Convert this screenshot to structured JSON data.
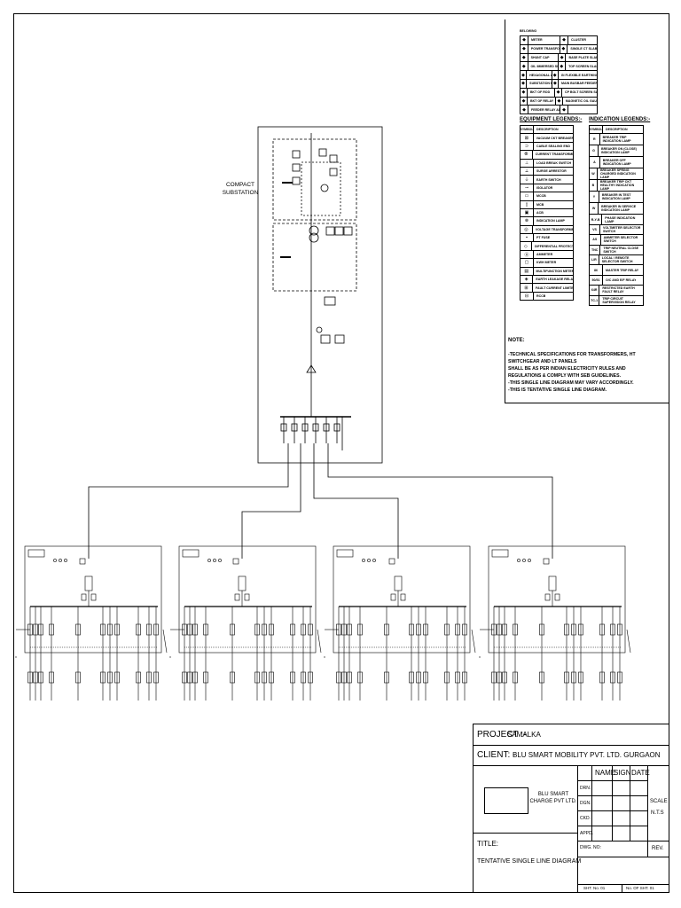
{
  "diagram": {
    "compact_substation_label": "COMPACT SUBSTATION",
    "feeders": [
      {
        "id": 1
      },
      {
        "id": 2
      },
      {
        "id": 3
      },
      {
        "id": 4
      }
    ]
  },
  "legend": {
    "title": "BELOW/NO",
    "top_rows": [
      [
        "METER",
        "CLUSTER"
      ],
      [
        "POWER TRANSFORMER",
        "SINGLE CT SLAB"
      ],
      [
        "SHUNT CAP",
        "BASE PLATE SLAB"
      ],
      [
        "OIL IMMERSED SLAB",
        "TOP SCREEN SLAB"
      ],
      [
        "HEXAGONAL AIR BKT",
        "GI FLEXIBLE EARTHING SLAB"
      ],
      [
        "SUBSTATION EP BOX",
        "MAIN BUSBAR FEEDER SLAB"
      ],
      [
        "BKT OF ROD",
        "CP BOLT SCREEN SLAB"
      ],
      [
        "BKT OF RELAY",
        "MAGNETIC OIL GAUGE"
      ],
      [
        "FEEDER RELAY ADV",
        ""
      ]
    ],
    "equipment_heading": "EQUIPMENT LEGENDS:-",
    "indication_heading": "INDICATION LEGENDS:-",
    "equipment_cols": [
      "SYMBOL",
      "DESCRIPTION"
    ],
    "indication_cols": [
      "SYMBOL",
      "DESCRIPTION"
    ],
    "equipment_rows": [
      "VACUUM CKT BREAKER",
      "CABLE SEALING END",
      "CURRENT TRANSFORMER",
      "LOAD BREAK SWITCH",
      "SURGE ARRESTOR",
      "EARTH SWITCH",
      "ISOLATOR",
      "MCCB",
      "MCB",
      "ACB",
      "INDICATION LAMP",
      "VOLTAGE TRANSFORMER",
      "PT FUSE",
      "DIFFERENTIAL PROTECTION",
      "AMMETER",
      "KWH METER",
      "MULTIFUNCTION METER",
      "EARTH LEAKAGE RELAY",
      "FAULT CURRENT LIMITER",
      "RCCB"
    ],
    "indication_rows": [
      [
        "R",
        "BREAKER TRIP INDICATION LAMP"
      ],
      [
        "G",
        "BREAKER ON (CLOSE) INDICATION LAMP"
      ],
      [
        "A",
        "BREAKER OFF INDICATION LAMP"
      ],
      [
        "W",
        "BREAKER SPRING CHARGED INDICATION LAMP"
      ],
      [
        "B",
        "BREAKER TRIP CKT HEALTHY INDICATION LAMP"
      ],
      [
        "Y",
        "BREAKER IN TEST INDICATION LAMP"
      ],
      [
        "W",
        "BREAKER IN SERVICE INDICATION LAMP"
      ],
      [
        "R-Y-B",
        "PHASE INDICATION LAMP"
      ],
      [
        "VS",
        "VOLTMETER SELECTOR SWITCH"
      ],
      [
        "AS",
        "AMMETER SELECTOR SWITCH"
      ],
      [
        "TNC",
        "TRIP NEUTRAL CLOSE SWITCH"
      ],
      [
        "L/R",
        "LOCAL / REMOTE SELECTOR SWITCH"
      ],
      [
        "86",
        "MASTER TRIP RELAY"
      ],
      [
        "50/51",
        "O/C AND E/F RELAY"
      ],
      [
        "64R",
        "RESTRICTED EARTH FAULT RELAY"
      ],
      [
        "TC-1",
        "TRIP CIRCUIT SUPERVISION RELAY"
      ]
    ]
  },
  "notes": {
    "heading": "NOTE:",
    "lines": [
      "-TECHNICAL SPECIFICATIONS FOR TRANSFORMERS, HT SWITCHGEAR AND LT PANELS",
      "SHALL BE AS PER INDIAN ELECTRICITY RULES AND",
      "REGULATIONS & COMPLY WITH SEB GUIDELINES.",
      "-THIS SINGLE LINE DIAGRAM MAY VARY ACCORDINGLY.",
      "-THIS IS TENTATIVE SINGLE LINE DIAGRAM."
    ]
  },
  "title_block": {
    "project_label": "PROJECT :-",
    "project_value": "SAMALKA",
    "client_label": "CLIENT: -",
    "client_value": "BLU SMART MOBILITY PVT. LTD. GURGAON",
    "company": "BLU SMART CHARGE PVT LTD.",
    "name": "NAME",
    "sign": "SIGN",
    "date": "DATE",
    "drn": "DRN.",
    "dgn": "DGN.",
    "ckd": "CKD.",
    "appd": "APPD.",
    "dwg_no": "DWG. NO:",
    "scale": "SCALE",
    "nts": "N.T.S",
    "rev": "REV.",
    "title_label": "TITLE:",
    "title_value": "TENTATIVE SINGLE LINE DIAGRAM",
    "sht_no": "SHT. No. 01",
    "of_sht": "No. OF SHT. 01"
  }
}
